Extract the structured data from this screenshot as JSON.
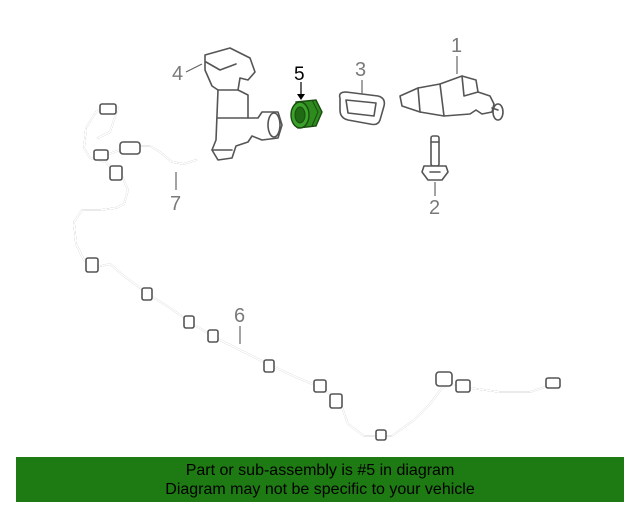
{
  "diagram": {
    "callouts": {
      "c1": "1",
      "c2": "2",
      "c3": "3",
      "c4": "4",
      "c5": "5",
      "c6": "6",
      "c7": "7"
    },
    "highlight_color": "#2e8b1e"
  },
  "banner": {
    "line1": "Part or sub-assembly is #5 in diagram",
    "line2": "Diagram may not be specific to your vehicle",
    "background": "#1e7a12"
  }
}
